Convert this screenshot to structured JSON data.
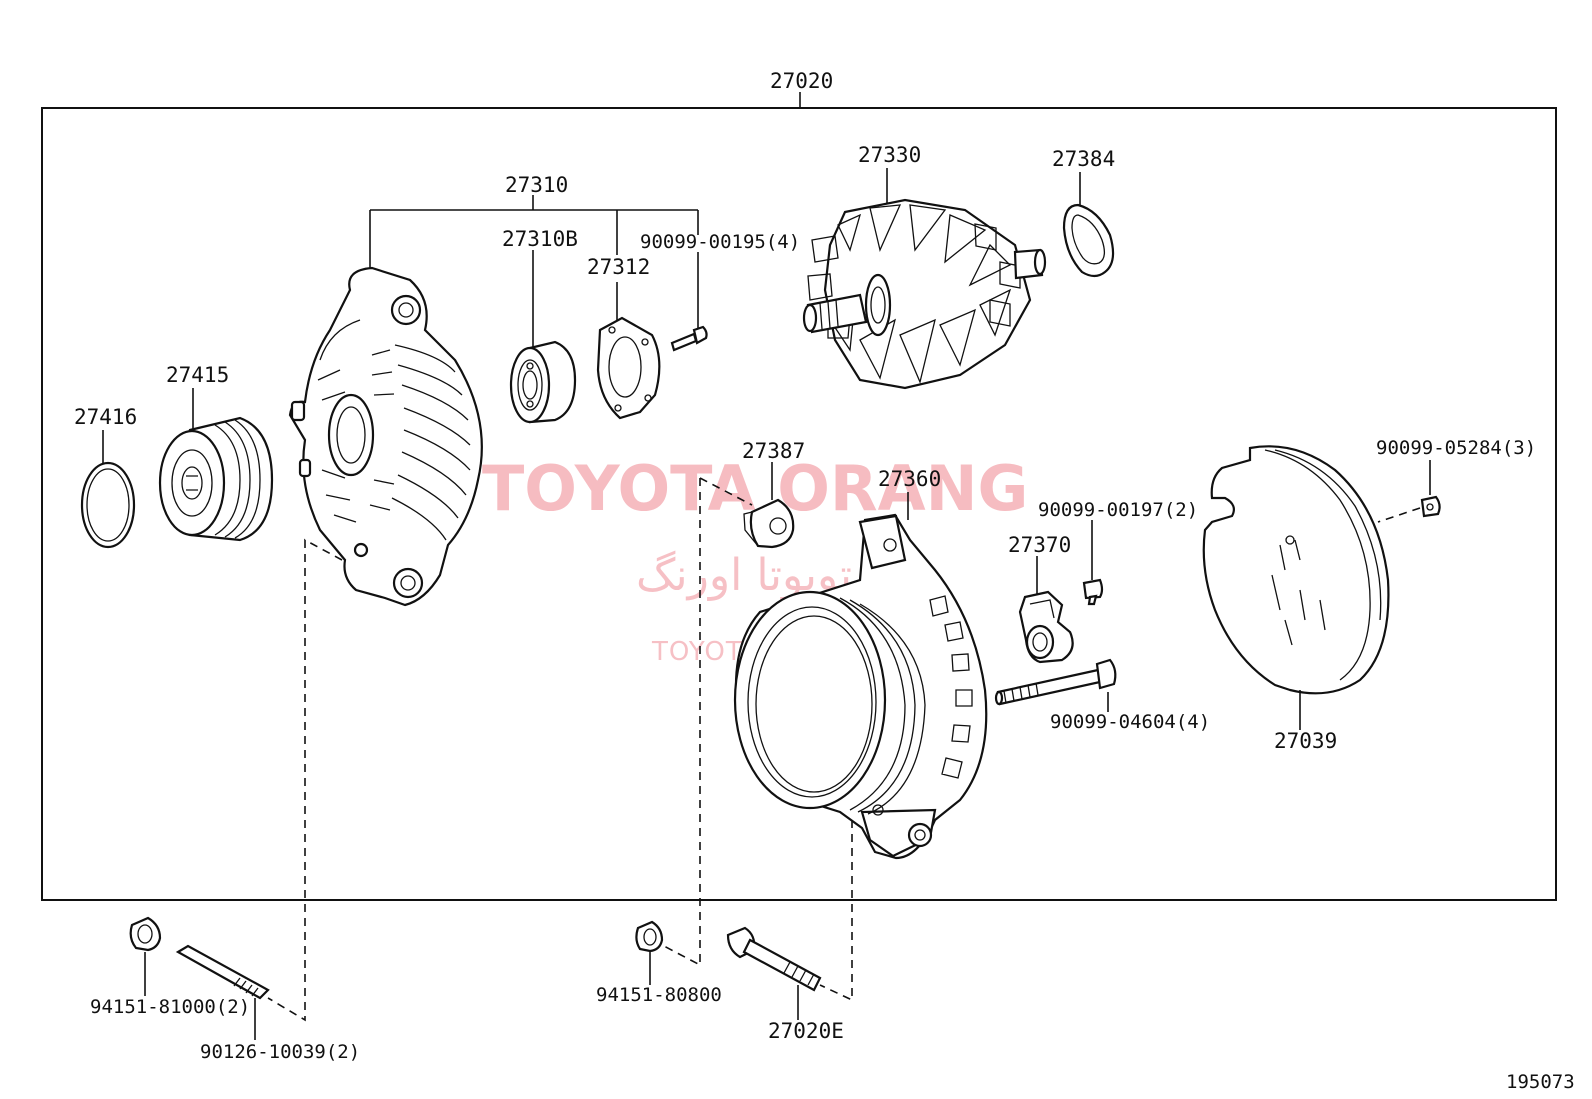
{
  "assembly_label": "27020",
  "watermark": {
    "line1": "TOYOTA ORANG",
    "line2": "تویوتا اورنگ",
    "line3": "TOYOTAPART.IR"
  },
  "image_code": "195073",
  "parts": {
    "p27310": "27310",
    "p27310B": "27310B",
    "p27312": "27312",
    "p90099_00195": "90099-00195(4)",
    "p27330": "27330",
    "p27384": "27384",
    "p27415": "27415",
    "p27416": "27416",
    "p27387": "27387",
    "p27360": "27360",
    "p90099_00197": "90099-00197(2)",
    "p27370": "27370",
    "p90099_05284": "90099-05284(3)",
    "p27039": "27039",
    "p90099_04604": "90099-04604(4)",
    "p94151_81000": "94151-81000(2)",
    "p90126_10039": "90126-10039(2)",
    "p94151_80800": "94151-80800",
    "p27020E": "27020E"
  }
}
